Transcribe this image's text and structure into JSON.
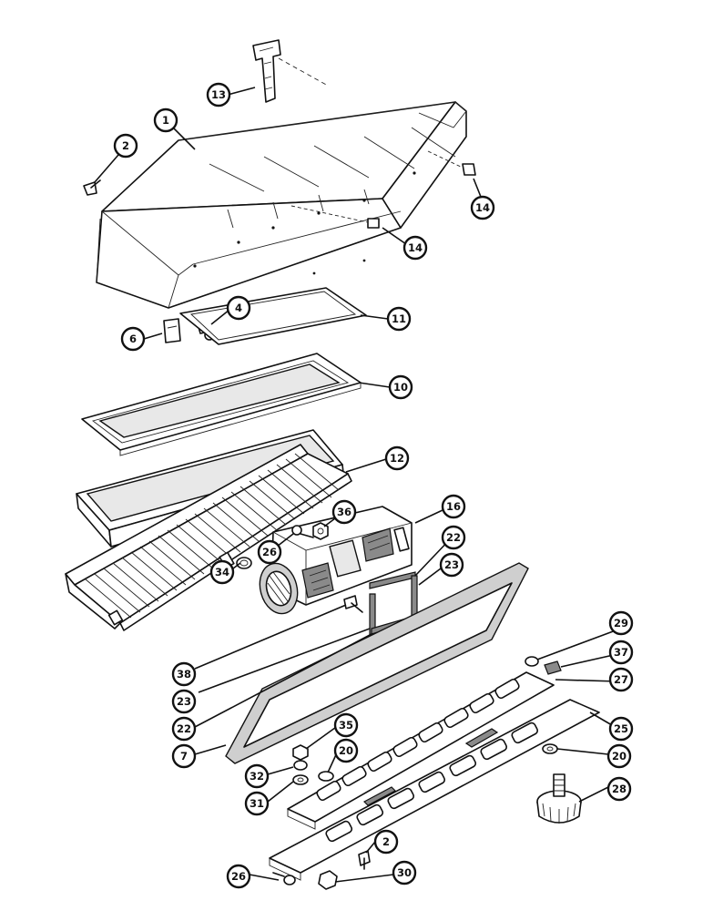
{
  "callouts": [
    {
      "id": "c13",
      "label": "13"
    },
    {
      "id": "c1",
      "label": "1"
    },
    {
      "id": "c2a",
      "label": "2"
    },
    {
      "id": "c14a",
      "label": "14"
    },
    {
      "id": "c14b",
      "label": "14"
    },
    {
      "id": "c4",
      "label": "4"
    },
    {
      "id": "c6",
      "label": "6"
    },
    {
      "id": "c11",
      "label": "11"
    },
    {
      "id": "c10",
      "label": "10"
    },
    {
      "id": "c12",
      "label": "12"
    },
    {
      "id": "c36",
      "label": "36"
    },
    {
      "id": "c16",
      "label": "16"
    },
    {
      "id": "c26a",
      "label": "26"
    },
    {
      "id": "c22a",
      "label": "22"
    },
    {
      "id": "c23a",
      "label": "23"
    },
    {
      "id": "c34",
      "label": "34"
    },
    {
      "id": "c29",
      "label": "29"
    },
    {
      "id": "c37",
      "label": "37"
    },
    {
      "id": "c38",
      "label": "38"
    },
    {
      "id": "c23b",
      "label": "23"
    },
    {
      "id": "c27",
      "label": "27"
    },
    {
      "id": "c22b",
      "label": "22"
    },
    {
      "id": "c35",
      "label": "35"
    },
    {
      "id": "c25",
      "label": "25"
    },
    {
      "id": "c7",
      "label": "7"
    },
    {
      "id": "c20a",
      "label": "20"
    },
    {
      "id": "c20b",
      "label": "20"
    },
    {
      "id": "c32",
      "label": "32"
    },
    {
      "id": "c31",
      "label": "31"
    },
    {
      "id": "c28",
      "label": "28"
    },
    {
      "id": "c2b",
      "label": "2"
    },
    {
      "id": "c26b",
      "label": "26"
    },
    {
      "id": "c30",
      "label": "30"
    }
  ]
}
